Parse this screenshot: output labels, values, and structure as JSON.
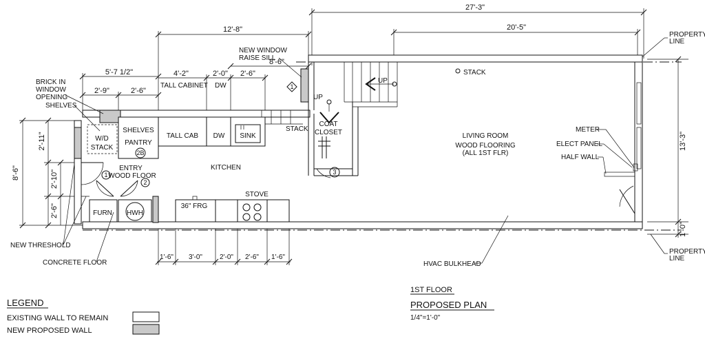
{
  "dimensions": {
    "overall_length": "27'-3\"",
    "living_length": "20'-5\"",
    "kitchen_length": "12'-8\"",
    "window_opening": "8'-6\"",
    "entry_width": "5'-7 1/2\"",
    "shelves_width": "2'-9\"",
    "pantry_width": "2'-6\"",
    "tall_cab_width": "4'-2\"",
    "dw_width": "2'-0\"",
    "sink_width": "2'-6\"",
    "left_top": "2'-11\"",
    "left_mid": "2'-10\"",
    "left_bottom": "2'-6\"",
    "left_total": "8'-6\"",
    "right_depth": "13'-3\"",
    "right_offset": "1'-0\"",
    "bottom_1": "1'-6\"",
    "bottom_2": "3'-0\"",
    "bottom_3": "2'-0\"",
    "bottom_4": "2'-6\"",
    "bottom_5": "1'-6\""
  },
  "labels": {
    "brick_in_window": [
      "BRICK IN",
      "WINDOW",
      "OPENING"
    ],
    "shelves_note": "SHELVES",
    "new_window": [
      "NEW WINDOW",
      "RAISE SILL"
    ],
    "tall_cabinet": "TALL CABINET",
    "dw_top": "DW",
    "wd_stack": [
      "W/D",
      "STACK"
    ],
    "shelves": "SHELVES",
    "pantry": "PANTRY",
    "tall_cab": "TALL CAB",
    "dw": "DW",
    "sink": "SINK",
    "stack_kitchen": "STACK",
    "stack_top": "STACK",
    "up_main": "UP",
    "up_stair": "UP",
    "coat_closet": [
      "COAT",
      "CLOSET"
    ],
    "kitchen": "KITCHEN",
    "entry": [
      "ENTRY",
      "WOOD FLOOR"
    ],
    "furn": "FURN",
    "hwh": "HWH",
    "frig": "36\" FRG",
    "stove": "STOVE",
    "living_room": "LIVING ROOM",
    "flooring": [
      "WOOD FLOORING",
      "(ALL 1ST FLR)"
    ],
    "meter": "METER",
    "elect_panel": "ELECT PANEL",
    "half_wall": "HALF WALL",
    "property_line_top": [
      "PROPERTY",
      "LINE"
    ],
    "property_line_bottom": [
      "PROPERTY",
      "LINE"
    ],
    "new_threshold": "NEW THRESHOLD",
    "concrete_floor": "CONCRETE FLOOR",
    "hvac_bulkhead": "HVAC BULKHEAD"
  },
  "tags": {
    "tag1": "1",
    "tag2": "2",
    "tag2b": "2B",
    "tag3": "3",
    "diamond1": "1"
  },
  "legend": {
    "title": "LEGEND",
    "existing": "EXISTING WALL TO REMAIN",
    "new": "NEW PROPOSED WALL"
  },
  "title_block": {
    "floor": "1ST FLOOR",
    "plan": "PROPOSED PLAN",
    "scale": "1/4\"=1'-0\""
  }
}
